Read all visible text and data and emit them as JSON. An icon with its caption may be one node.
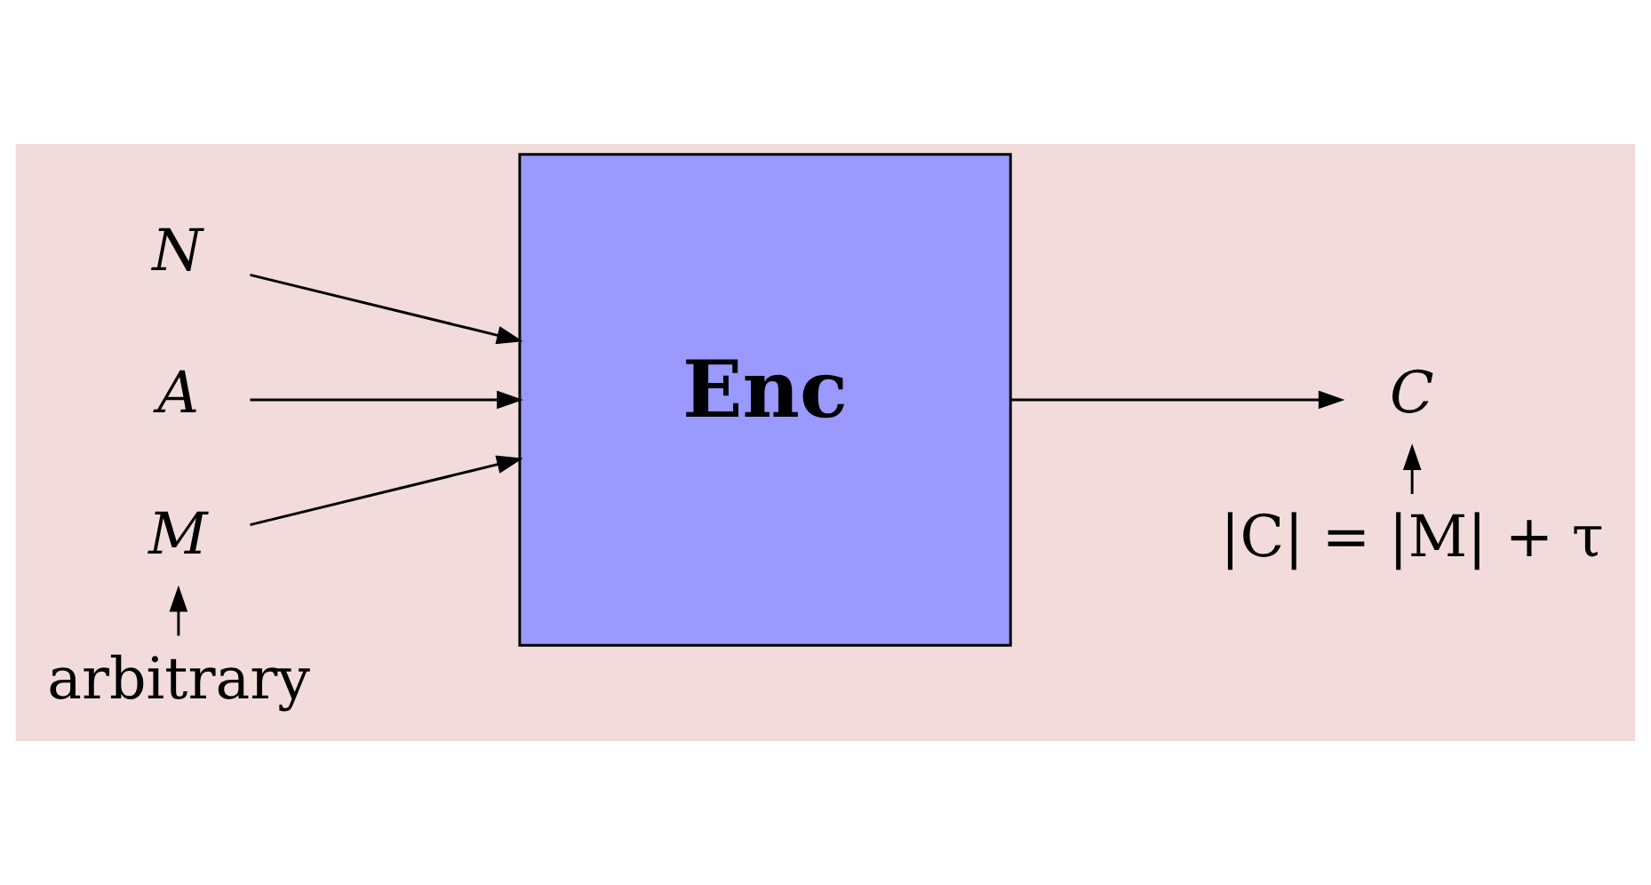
{
  "diagram": {
    "nodes": [
      {
        "text": [
          "N"
        ]
      },
      {
        "text": [
          "A"
        ]
      },
      {
        "text": [
          "M"
        ]
      },
      {
        "text": [
          "Enc"
        ]
      },
      {
        "text": [
          "C"
        ]
      },
      {
        "text": [
          "arbitrary"
        ]
      },
      {
        "text": [
          "|C| = |M| + τ"
        ]
      }
    ],
    "edges": [
      {
        "from": 0,
        "to": 3,
        "arrow": "to"
      },
      {
        "from": 1,
        "to": 3,
        "arrow": "to"
      },
      {
        "from": 2,
        "to": 3,
        "arrow": "to"
      },
      {
        "from": 3,
        "to": 4,
        "arrow": "to"
      },
      {
        "from": 5,
        "to": 2,
        "arrow": "to"
      },
      {
        "from": 6,
        "to": 4,
        "arrow": "to"
      }
    ]
  }
}
